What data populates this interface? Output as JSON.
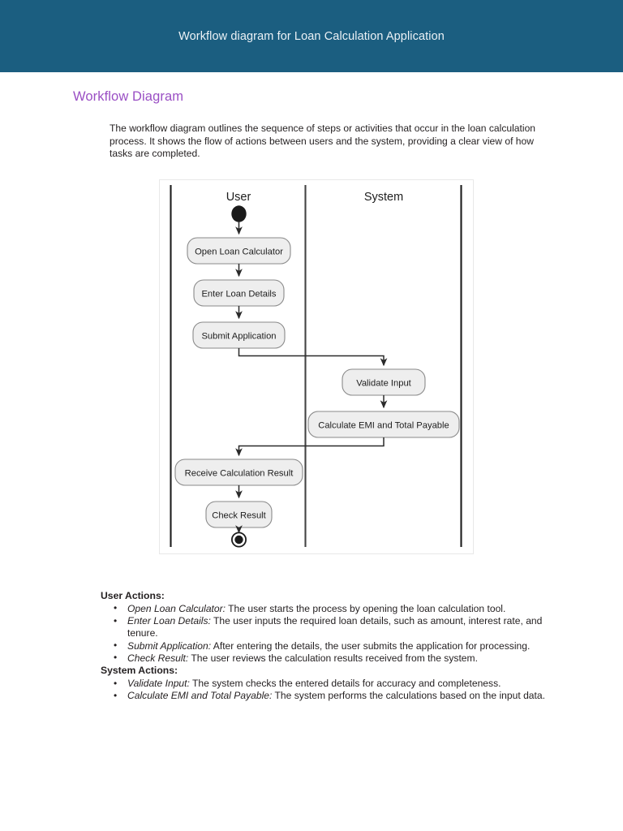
{
  "header": {
    "title": "Workflow diagram for Loan Calculation Application"
  },
  "content": {
    "section_heading": "Workflow Diagram",
    "intro_paragraph": "The workflow diagram outlines the sequence of steps or activities that occur in the loan calculation process. It shows the flow of actions between users and the system, providing a clear view of how tasks are completed."
  },
  "diagram": {
    "type": "uml-activity-swimlane",
    "lanes": [
      {
        "name": "User",
        "label": "User"
      },
      {
        "name": "System",
        "label": "System"
      }
    ],
    "nodes": [
      {
        "id": "start",
        "type": "initial-node",
        "lane": "User"
      },
      {
        "id": "open-loan-calculator",
        "type": "activity",
        "lane": "User",
        "label": "Open Loan Calculator"
      },
      {
        "id": "enter-loan-details",
        "type": "activity",
        "lane": "User",
        "label": "Enter Loan Details"
      },
      {
        "id": "submit-application",
        "type": "activity",
        "lane": "User",
        "label": "Submit Application"
      },
      {
        "id": "validate-input",
        "type": "activity",
        "lane": "System",
        "label": "Validate Input"
      },
      {
        "id": "calculate-emi",
        "type": "activity",
        "lane": "System",
        "label": "Calculate EMI and Total Payable"
      },
      {
        "id": "receive-calculation-result",
        "type": "activity",
        "lane": "User",
        "label": "Receive Calculation Result"
      },
      {
        "id": "check-result",
        "type": "activity",
        "lane": "User",
        "label": "Check Result"
      },
      {
        "id": "end",
        "type": "final-node",
        "lane": "User"
      }
    ],
    "edges": [
      {
        "from": "start",
        "to": "open-loan-calculator"
      },
      {
        "from": "open-loan-calculator",
        "to": "enter-loan-details"
      },
      {
        "from": "enter-loan-details",
        "to": "submit-application"
      },
      {
        "from": "submit-application",
        "to": "validate-input"
      },
      {
        "from": "validate-input",
        "to": "calculate-emi"
      },
      {
        "from": "calculate-emi",
        "to": "receive-calculation-result"
      },
      {
        "from": "receive-calculation-result",
        "to": "check-result"
      },
      {
        "from": "check-result",
        "to": "end"
      }
    ],
    "colors": {
      "node_fill": "#eeeeee",
      "node_stroke": "#888888",
      "line": "#333333"
    }
  },
  "user_actions": {
    "heading": "User Actions:",
    "items": [
      {
        "term": "Open Loan Calculator:",
        "desc": " The user starts the process by opening the loan calculation tool."
      },
      {
        "term": "Enter Loan Details:",
        "desc": " The user inputs the required loan details, such as amount, interest rate, and tenure."
      },
      {
        "term": "Submit Application:",
        "desc": " After entering the details, the user submits the application for processing."
      },
      {
        "term": "Check Result:",
        "desc": " The user reviews the calculation results received from the system."
      }
    ]
  },
  "system_actions": {
    "heading": "System Actions:",
    "items": [
      {
        "term": "Validate Input:",
        "desc": " The system checks the entered details for accuracy and completeness."
      },
      {
        "term": "Calculate EMI and Total Payable:",
        "desc": " The system performs the calculations based on the input data."
      }
    ]
  },
  "bullet_glyph": "•"
}
